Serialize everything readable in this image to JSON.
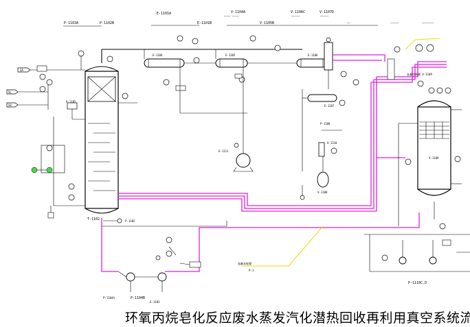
{
  "diagram": {
    "title": "环氧丙烷皂化反应废水蒸发汽化潜热回收再利用真空系统流",
    "top_equipment_tags": [
      "P-1103A",
      "P-1102B",
      "E-1101A",
      "E-1101B",
      "V-1104A",
      "V-1105B",
      "V-1106C",
      "V-1107D"
    ],
    "equipment": {
      "column": "T-1102",
      "reboiler": "E-1103",
      "condenser_1": "E-1104",
      "condenser_2": "E-1105",
      "condenser_3": "E-1106",
      "aftercooler": "E-1107",
      "receiver": "V-1108",
      "vacuum_drum": "V-1109",
      "small_drum": "V-1110",
      "pump_feed_a": "P-1104A",
      "pump_feed_b": "P-1104B",
      "vacuum_pump_set": "P-1110C.D",
      "pump_bottom": "P-1105",
      "exchanger_mid": "E-1111"
    },
    "callouts": {
      "top_right_note": "去真空系统 V-1109",
      "bottom_note": "去废水处理",
      "bottom_note_sub": "P-1"
    },
    "left_streams": [
      "SA",
      "SL",
      "SV"
    ]
  }
}
